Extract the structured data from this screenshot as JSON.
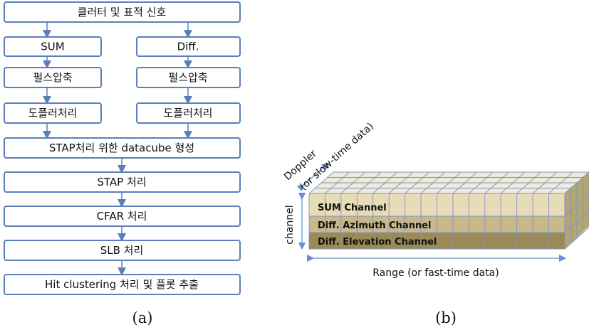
{
  "flowchart": {
    "top": "클러터 및 표적 신호",
    "left_branch": [
      "SUM",
      "펄스압축",
      "도플러처리"
    ],
    "right_branch": [
      "Diff.",
      "펄스압축",
      "도플러처리"
    ],
    "sequence": [
      "STAP처리 위한 datacube 형성",
      "STAP 처리",
      "CFAR 처리",
      "SLB 처리",
      "Hit clustering 처리 및 플롯 추출"
    ],
    "caption": "(a)"
  },
  "datacube": {
    "layers": [
      "SUM Channel",
      "Diff. Azimuth Channel",
      "Diff. Elevation Channel"
    ],
    "layer_colors": [
      "#e8dcb8",
      "#c8b88a",
      "#9c8a52"
    ],
    "top_color": "#efebd6",
    "axis_doppler": "Doppler",
    "axis_doppler_sub": "(or slow-time data)",
    "axis_channel": "channel",
    "axis_range": "Range (or fast-time data)",
    "caption": "(b)"
  }
}
